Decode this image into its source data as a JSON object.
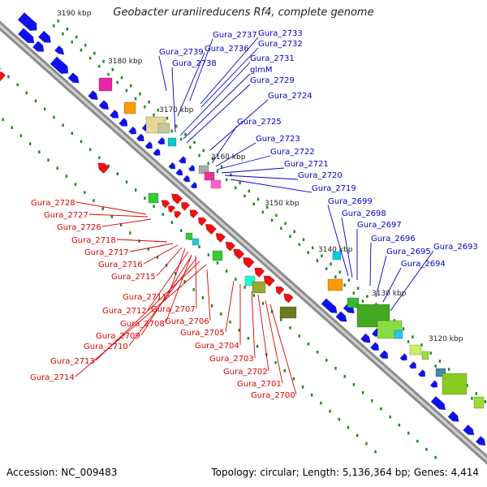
{
  "title": "Geobacter uraniireducens Rf4, complete genome",
  "footer": {
    "accession": "Accession: NC_009483",
    "info": "Topology: circular; Length: 5,136,364 bp; Genes: 4,414"
  },
  "colors": {
    "forward_label": "#0000cc",
    "reverse_label": "#dd0000",
    "backbone": "#9a9a9a",
    "tick": "#1a8a1a",
    "cds": "#1010ee",
    "reverse_cds": "#ee1010"
  },
  "scale_labels": [
    "3190 kbp",
    "3180 kbp",
    "3170 kbp",
    "3160 kbp",
    "3150 kbp",
    "3140 kbp",
    "3130 kbp",
    "3120 kbp"
  ],
  "forward_labels": [
    "Gura_2737",
    "Gura_2733",
    "Gura_2732",
    "Gura_2739",
    "Gura_2736",
    "Gura_2738",
    "Gura_2731",
    "glmM",
    "Gura_2729",
    "Gura_2724",
    "Gura_2725",
    "Gura_2723",
    "Gura_2722",
    "Gura_2721",
    "Gura_2720",
    "Gura_2719",
    "Gura_2699",
    "Gura_2698",
    "Gura_2697",
    "Gura_2696",
    "Gura_2693",
    "Gura_2695",
    "Gura_2694"
  ],
  "reverse_labels": [
    "Gura_2728",
    "Gura_2727",
    "Gura_2726",
    "Gura_2718",
    "Gura_2717",
    "Gura_2716",
    "Gura_2715",
    "Gura_2711",
    "Gura_2712",
    "Gura_2707",
    "Gura_2708",
    "Gura_2706",
    "Gura_2709",
    "Gura_2710",
    "Gura_2705",
    "Gura_2704",
    "Gura_2713",
    "Gura_2703",
    "Gura_2714",
    "Gura_2702",
    "Gura_2701",
    "Gura_2700"
  ]
}
